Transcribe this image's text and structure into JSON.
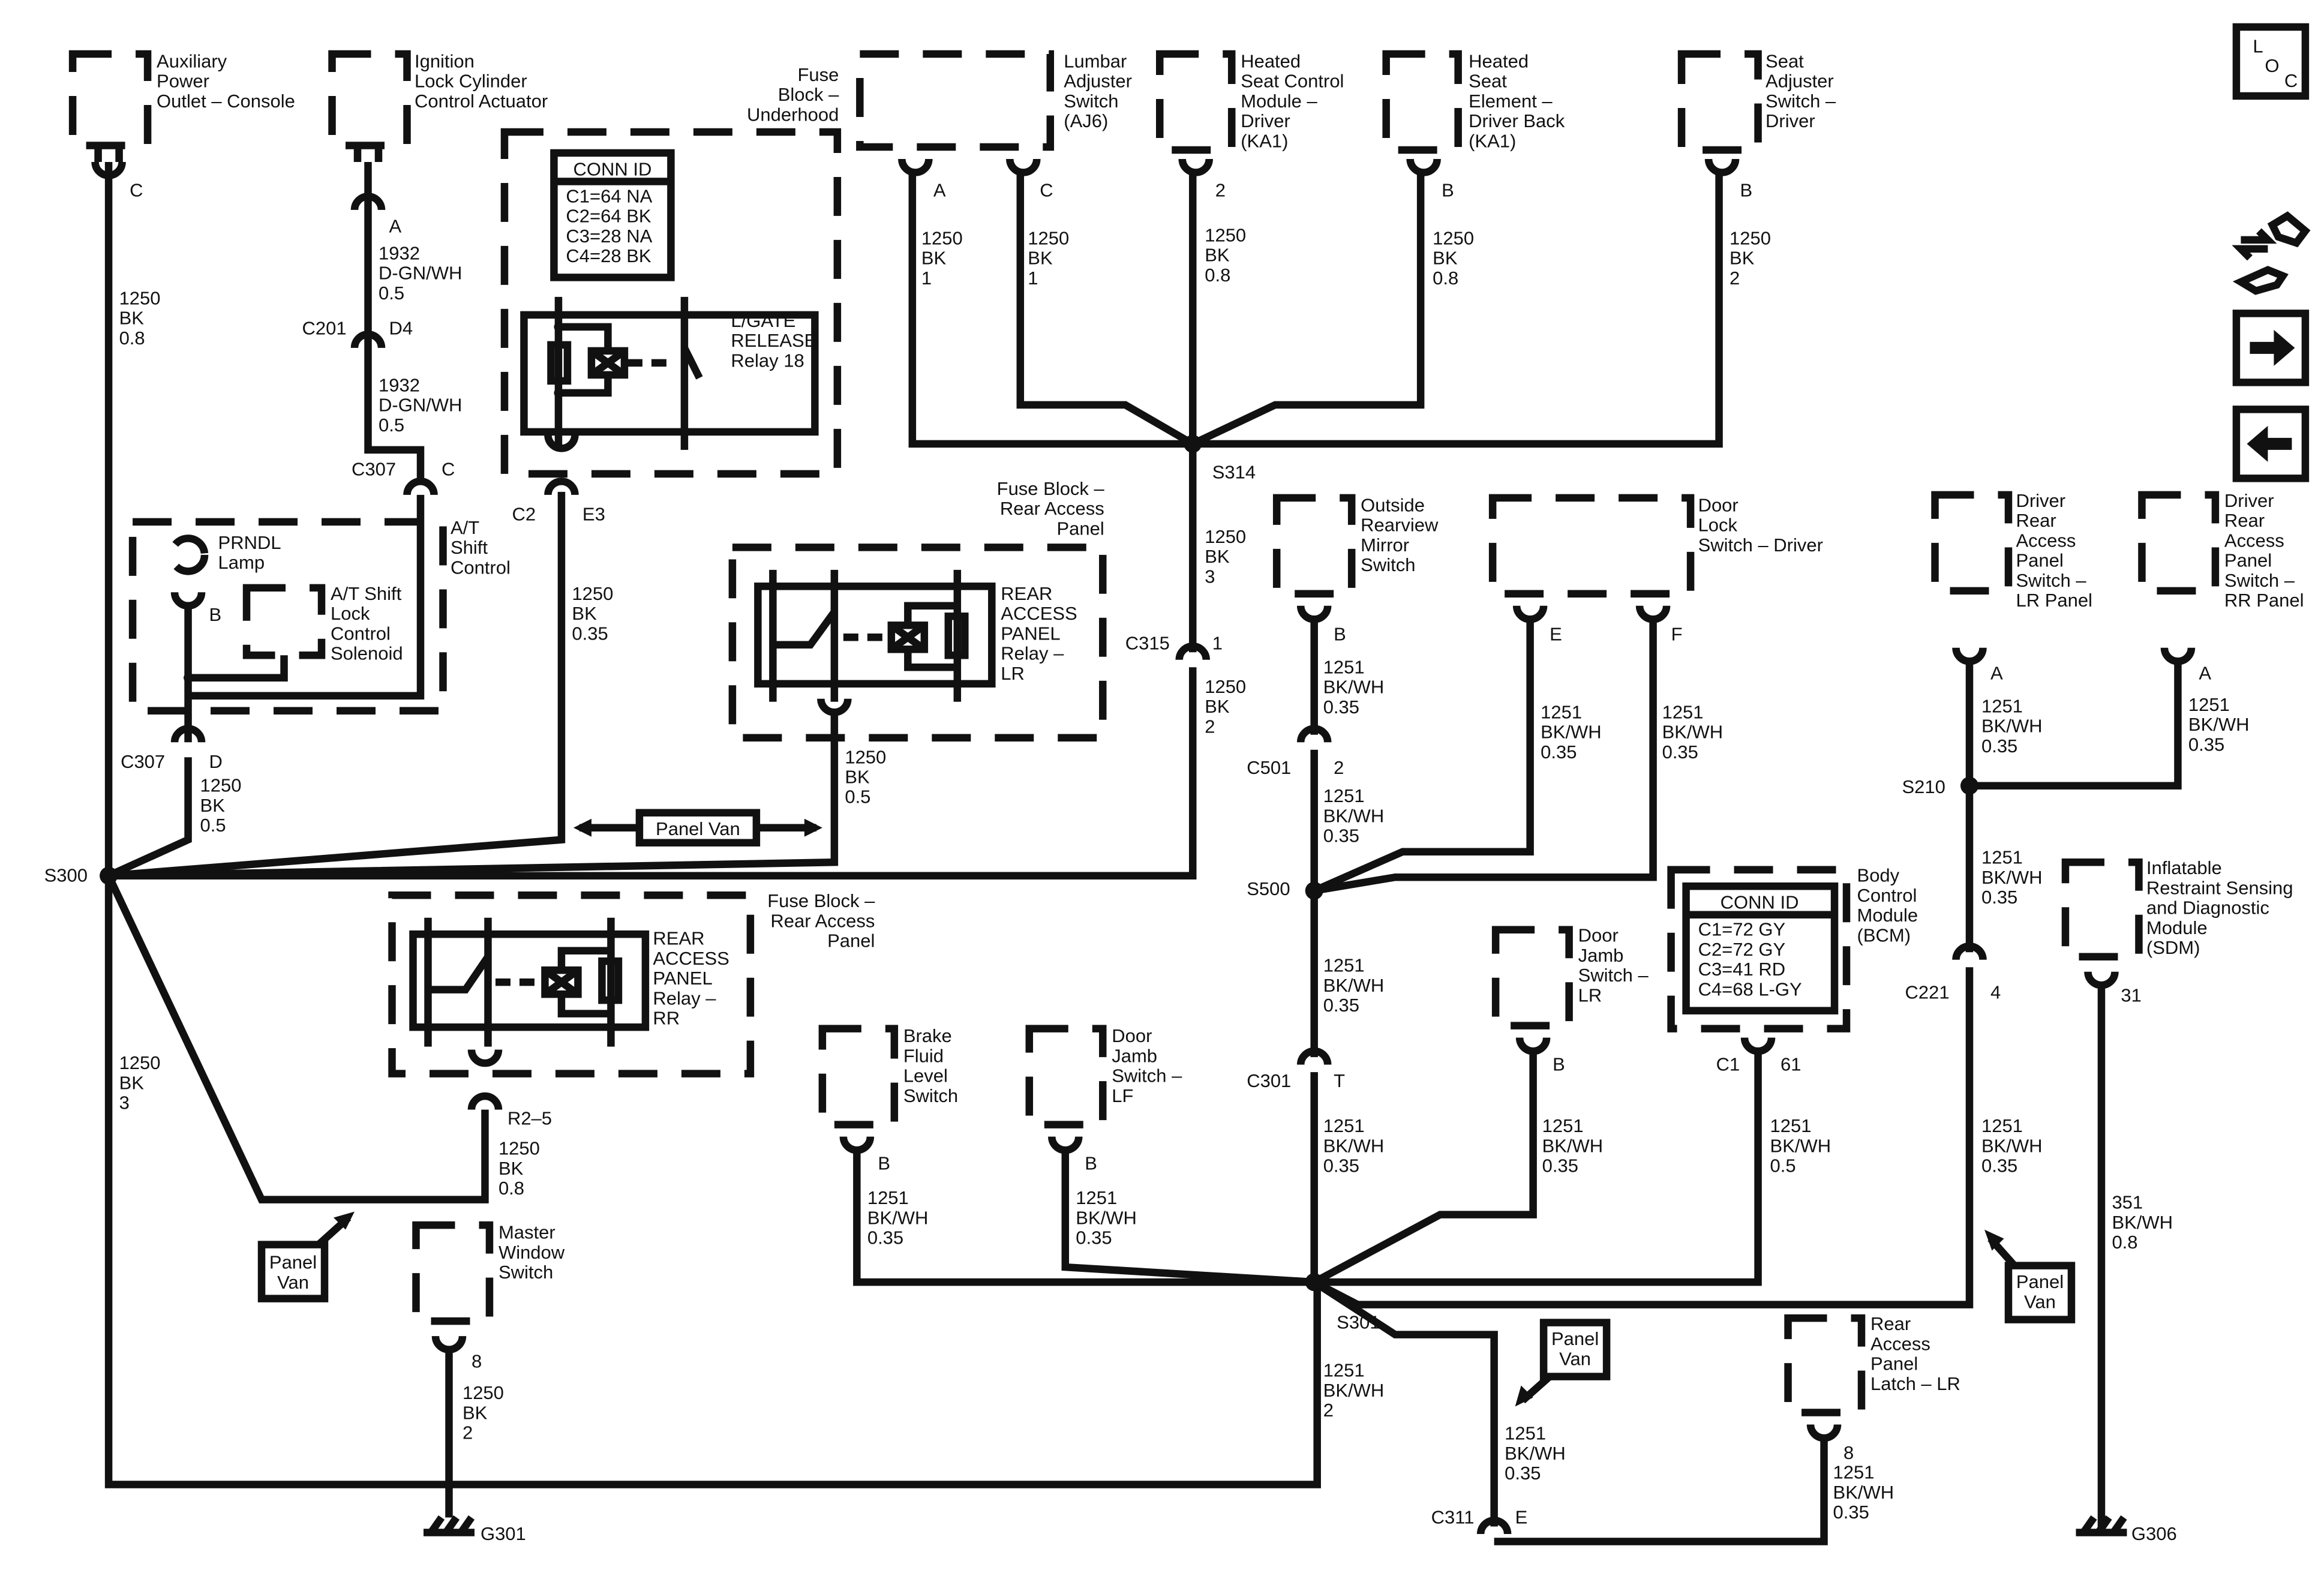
{
  "components": [
    {
      "id": "aux-power-outlet",
      "lines": [
        "Auxiliary",
        "Power",
        "Outlet – Console"
      ]
    },
    {
      "id": "ignition-lock-cylinder",
      "lines": [
        "Ignition",
        "Lock Cylinder",
        "Control Actuator"
      ]
    },
    {
      "id": "fuse-block-underhood",
      "lines": [
        "Fuse",
        "Block –",
        "Underhood"
      ]
    },
    {
      "id": "lumbar-adjuster-switch",
      "lines": [
        "Lumbar",
        "Adjuster",
        "Switch",
        "(AJ6)"
      ]
    },
    {
      "id": "heated-seat-control-module",
      "lines": [
        "Heated",
        "Seat Control",
        "Module –",
        "Driver",
        "(KA1)"
      ]
    },
    {
      "id": "heated-seat-element",
      "lines": [
        "Heated",
        "Seat",
        "Element –",
        "Driver Back",
        "(KA1)"
      ]
    },
    {
      "id": "seat-adjuster-switch",
      "lines": [
        "Seat",
        "Adjuster",
        "Switch –",
        "Driver"
      ]
    },
    {
      "id": "lgate-release-relay",
      "lines": [
        "L/GATE",
        "RELEASE",
        "Relay 18"
      ]
    },
    {
      "id": "prndl-lamp",
      "lines": [
        "PRNDL",
        "Lamp"
      ]
    },
    {
      "id": "at-shift-lock-solenoid",
      "lines": [
        "A/T Shift",
        "Lock",
        "Control",
        "Solenoid"
      ]
    },
    {
      "id": "at-shift-control",
      "lines": [
        "A/T",
        "Shift",
        "Control"
      ]
    },
    {
      "id": "fuse-block-rear-access-1",
      "lines": [
        "Fuse Block –",
        "Rear Access",
        "Panel"
      ]
    },
    {
      "id": "rear-access-panel-relay-lr",
      "lines": [
        "REAR",
        "ACCESS",
        "PANEL",
        "Relay –",
        "LR"
      ]
    },
    {
      "id": "fuse-block-rear-access-2",
      "lines": [
        "Fuse Block –",
        "Rear Access",
        "Panel"
      ]
    },
    {
      "id": "rear-access-panel-relay-rr",
      "lines": [
        "REAR",
        "ACCESS",
        "PANEL",
        "Relay –",
        "RR"
      ]
    },
    {
      "id": "outside-rearview-mirror-switch",
      "lines": [
        "Outside",
        "Rearview",
        "Mirror",
        "Switch"
      ]
    },
    {
      "id": "door-lock-switch-driver",
      "lines": [
        "Door",
        "Lock",
        "Switch – Driver"
      ]
    },
    {
      "id": "driver-rear-access-lr",
      "lines": [
        "Driver",
        "Rear",
        "Access",
        "Panel",
        "Switch –",
        "LR Panel"
      ]
    },
    {
      "id": "driver-rear-access-rr",
      "lines": [
        "Driver",
        "Rear",
        "Access",
        "Panel",
        "Switch –",
        "RR Panel"
      ]
    },
    {
      "id": "body-control-module",
      "lines": [
        "Body",
        "Control",
        "Module",
        "(BCM)"
      ]
    },
    {
      "id": "inflatable-restraint-sdm",
      "lines": [
        "Inflatable",
        "Restraint Sensing",
        "and Diagnostic",
        "Module",
        "(SDM)"
      ]
    },
    {
      "id": "door-jamb-switch-lr",
      "lines": [
        "Door",
        "Jamb",
        "Switch –",
        "LR"
      ]
    },
    {
      "id": "brake-fluid-level-switch",
      "lines": [
        "Brake",
        "Fluid",
        "Level",
        "Switch"
      ]
    },
    {
      "id": "door-jamb-switch-lf",
      "lines": [
        "Door",
        "Jamb",
        "Switch –",
        "LF"
      ]
    },
    {
      "id": "master-window-switch",
      "lines": [
        "Master",
        "Window",
        "Switch"
      ]
    },
    {
      "id": "rear-access-panel-latch-lr",
      "lines": [
        "Rear",
        "Access",
        "Panel",
        "Latch – LR"
      ]
    }
  ],
  "conn_tables": [
    {
      "id": "lgate-conn",
      "title": "CONN ID",
      "rows": [
        "C1=64 NA",
        "C2=64 BK",
        "C3=28 NA",
        "C4=28 BK"
      ]
    },
    {
      "id": "bcm-conn",
      "title": "CONN ID",
      "rows": [
        "C1=72 GY",
        "C2=72 GY",
        "C3=41 RD",
        "C4=68 L-GY"
      ]
    }
  ],
  "wire_labels": [
    {
      "id": "w-aux",
      "lines": [
        "1250",
        "BK",
        "0.8"
      ]
    },
    {
      "id": "w-ign-1",
      "lines": [
        "1932",
        "D-GN/WH",
        "0.5"
      ]
    },
    {
      "id": "w-ign-2",
      "lines": [
        "1932",
        "D-GN/WH",
        "0.5"
      ]
    },
    {
      "id": "w-lgate",
      "lines": [
        "1250",
        "BK",
        "0.35"
      ]
    },
    {
      "id": "w-lumbar-a",
      "lines": [
        "1250",
        "BK",
        "1"
      ]
    },
    {
      "id": "w-lumbar-c",
      "lines": [
        "1250",
        "BK",
        "1"
      ]
    },
    {
      "id": "w-heated-mod",
      "lines": [
        "1250",
        "BK",
        "0.8"
      ]
    },
    {
      "id": "w-heated-elem",
      "lines": [
        "1250",
        "BK",
        "0.8"
      ]
    },
    {
      "id": "w-seat-adj",
      "lines": [
        "1250",
        "BK",
        "2"
      ]
    },
    {
      "id": "w-s314",
      "lines": [
        "1250",
        "BK",
        "3"
      ]
    },
    {
      "id": "w-c315",
      "lines": [
        "1250",
        "BK",
        "2"
      ]
    },
    {
      "id": "w-c307",
      "lines": [
        "1250",
        "BK",
        "0.5"
      ]
    },
    {
      "id": "w-relay-lr",
      "lines": [
        "1250",
        "BK",
        "0.5"
      ]
    },
    {
      "id": "w-s300-g",
      "lines": [
        "1250",
        "BK",
        "3"
      ]
    },
    {
      "id": "w-relay-rr",
      "lines": [
        "1250",
        "BK",
        "0.8"
      ]
    },
    {
      "id": "w-master",
      "lines": [
        "1250",
        "BK",
        "2"
      ]
    },
    {
      "id": "w-mirror",
      "lines": [
        "1251",
        "BK/WH",
        "0.35"
      ]
    },
    {
      "id": "w-c501",
      "lines": [
        "1251",
        "BK/WH",
        "0.35"
      ]
    },
    {
      "id": "w-lock-e",
      "lines": [
        "1251",
        "BK/WH",
        "0.35"
      ]
    },
    {
      "id": "w-lock-f",
      "lines": [
        "1251",
        "BK/WH",
        "0.35"
      ]
    },
    {
      "id": "w-s500",
      "lines": [
        "1251",
        "BK/WH",
        "0.35"
      ]
    },
    {
      "id": "w-c301",
      "lines": [
        "1251",
        "BK/WH",
        "0.35"
      ]
    },
    {
      "id": "w-jamb-lr",
      "lines": [
        "1251",
        "BK/WH",
        "0.35"
      ]
    },
    {
      "id": "w-bcm",
      "lines": [
        "1251",
        "BK/WH",
        "0.5"
      ]
    },
    {
      "id": "w-rap-lr",
      "lines": [
        "1251",
        "BK/WH",
        "0.35"
      ]
    },
    {
      "id": "w-rap-rr",
      "lines": [
        "1251",
        "BK/WH",
        "0.35"
      ]
    },
    {
      "id": "w-s210",
      "lines": [
        "1251",
        "BK/WH",
        "0.35"
      ]
    },
    {
      "id": "w-c221",
      "lines": [
        "1251",
        "BK/WH",
        "0.35"
      ]
    },
    {
      "id": "w-sdm",
      "lines": [
        "351",
        "BK/WH",
        "0.8"
      ]
    },
    {
      "id": "w-brake",
      "lines": [
        "1251",
        "BK/WH",
        "0.35"
      ]
    },
    {
      "id": "w-jamb-lf",
      "lines": [
        "1251",
        "BK/WH",
        "0.35"
      ]
    },
    {
      "id": "w-s301",
      "lines": [
        "1251",
        "BK/WH",
        "2"
      ]
    },
    {
      "id": "w-c311",
      "lines": [
        "1251",
        "BK/WH",
        "0.35"
      ]
    },
    {
      "id": "w-latch",
      "lines": [
        "1251",
        "BK/WH",
        "0.35"
      ]
    }
  ],
  "labels": {
    "pin_C_aux": "C",
    "pin_A_ign": "A",
    "C201": "C201",
    "pin_D4": "D4",
    "C307_top": "C307",
    "pin_C_c307": "C",
    "pin_B_prndl": "B",
    "C307_bot": "C307",
    "pin_D": "D",
    "C2": "C2",
    "pin_E3": "E3",
    "pin_A_lumbar": "A",
    "pin_C_lumbar": "C",
    "pin_2_heated": "2",
    "pin_B_elem": "B",
    "pin_B_seat": "B",
    "S314": "S314",
    "C315": "C315",
    "pin_1_c315": "1",
    "S300": "S300",
    "R2_5": "R2–5",
    "pin_8_master": "8",
    "G301": "G301",
    "pin_B_mirror": "B",
    "C501": "C501",
    "pin_2_c501": "2",
    "pin_E_lock": "E",
    "pin_F_lock": "F",
    "S500": "S500",
    "C301": "C301",
    "pin_T": "T",
    "pin_B_jamb_lr": "B",
    "C1": "C1",
    "pin_61": "61",
    "pin_A_lr": "A",
    "pin_A_rr": "A",
    "S210": "S210",
    "C221": "C221",
    "pin_4": "4",
    "pin_31": "31",
    "G306": "G306",
    "pin_B_brake": "B",
    "pin_B_jamb_lf": "B",
    "S301": "S301",
    "C311": "C311",
    "pin_E_c311": "E",
    "pin_8_latch": "8",
    "panel_van_arrow": "Panel Van",
    "panel_van_1": [
      "Panel",
      "Van"
    ],
    "panel_van_2": [
      "Panel",
      "Van"
    ],
    "panel_van_3": [
      "Panel",
      "Van"
    ],
    "loc_L": "L",
    "loc_O": "O",
    "loc_C": "C"
  }
}
